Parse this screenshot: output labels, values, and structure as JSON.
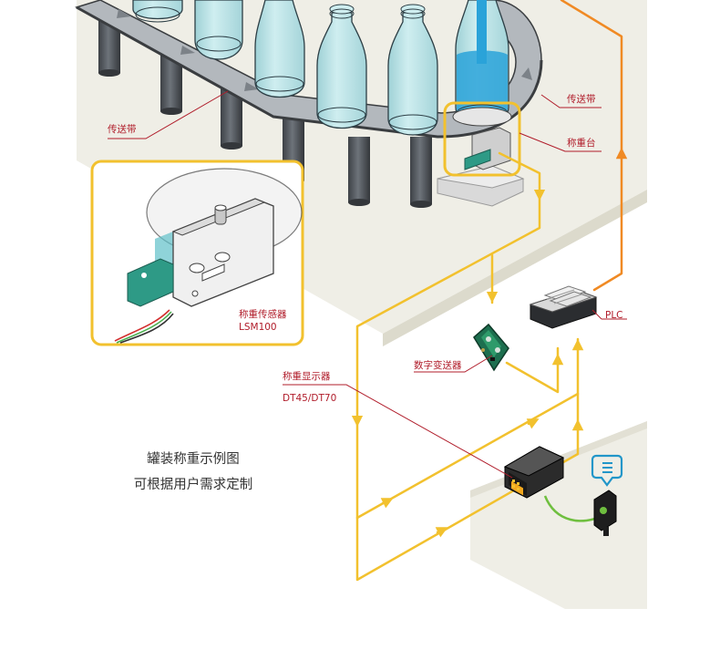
{
  "labels": {
    "conveyor_left": "传送带",
    "conveyor_right": "传送带",
    "weighing_platform": "称重台",
    "sensor_name": "称重传感器",
    "sensor_model": "LSM100",
    "plc": "PLC",
    "transmitter": "数字变送器",
    "display_name": "称重显示器",
    "display_model": "DT45/DT70"
  },
  "caption": {
    "line1": "罐装称重示例图",
    "line2": "可根据用户需求定制"
  },
  "colors": {
    "label_red": "#b01c2a",
    "wire_yellow": "#f2c12e",
    "wire_orange": "#f08a24",
    "highlight_yellow": "#f2c12e",
    "floor": "#efeee6",
    "floor_edge": "#dcdacc",
    "bottle_blue": "#b9dfe3",
    "liquid_blue": "#2aa3d9",
    "module_green": "#2e9a86"
  },
  "icons": [
    "bottle-icon",
    "load-cell-icon",
    "plc-icon",
    "transmitter-board-icon",
    "display-indicator-icon",
    "power-plug-icon",
    "chat-bubble-icon"
  ]
}
